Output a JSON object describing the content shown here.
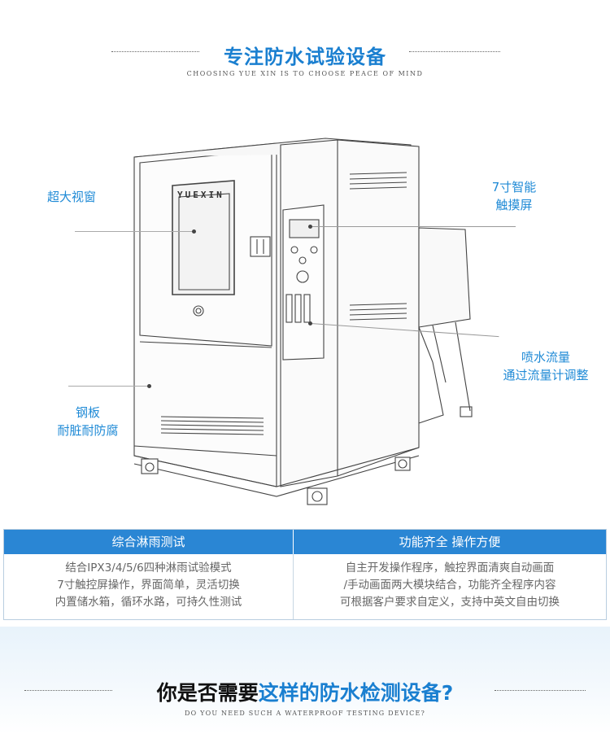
{
  "header": {
    "title": "专注防水试验设备",
    "subtitle": "CHOOSING YUE XIN IS TO CHOOSE PEACE OF MIND"
  },
  "machine": {
    "brand": "YUEXIN"
  },
  "callouts": {
    "window": "超大视窗",
    "touchscreen_line1": "7寸智能",
    "touchscreen_line2": "触摸屏",
    "flow_line1": "喷水流量",
    "flow_line2": "通过流量计调整",
    "steel_line1": "钢板",
    "steel_line2": "耐脏耐防腐"
  },
  "features": [
    {
      "title": "综合淋雨测试",
      "lines": [
        "结合IPX3/4/5/6四种淋雨试验模式",
        "7寸触控屏操作，界面简单，灵活切换",
        "内置储水箱，循环水路，可持久性测试"
      ]
    },
    {
      "title": "功能齐全 操作方便",
      "lines": [
        "自主开发操作程序，触控界面清爽自动画面",
        "/手动画面两大模块结合，功能齐全程序内容",
        "可根据客户要求自定义，支持中英文自由切换"
      ]
    }
  ],
  "footer": {
    "question_part1": "你是否需要",
    "question_highlight": "这样的防水检测设备?",
    "subtitle": "DO YOU NEED SUCH A WATERPROOF TESTING DEVICE?"
  },
  "colors": {
    "accent": "#1a7fd0",
    "callout": "#1f8ad6",
    "table_header": "#2a86d4"
  }
}
